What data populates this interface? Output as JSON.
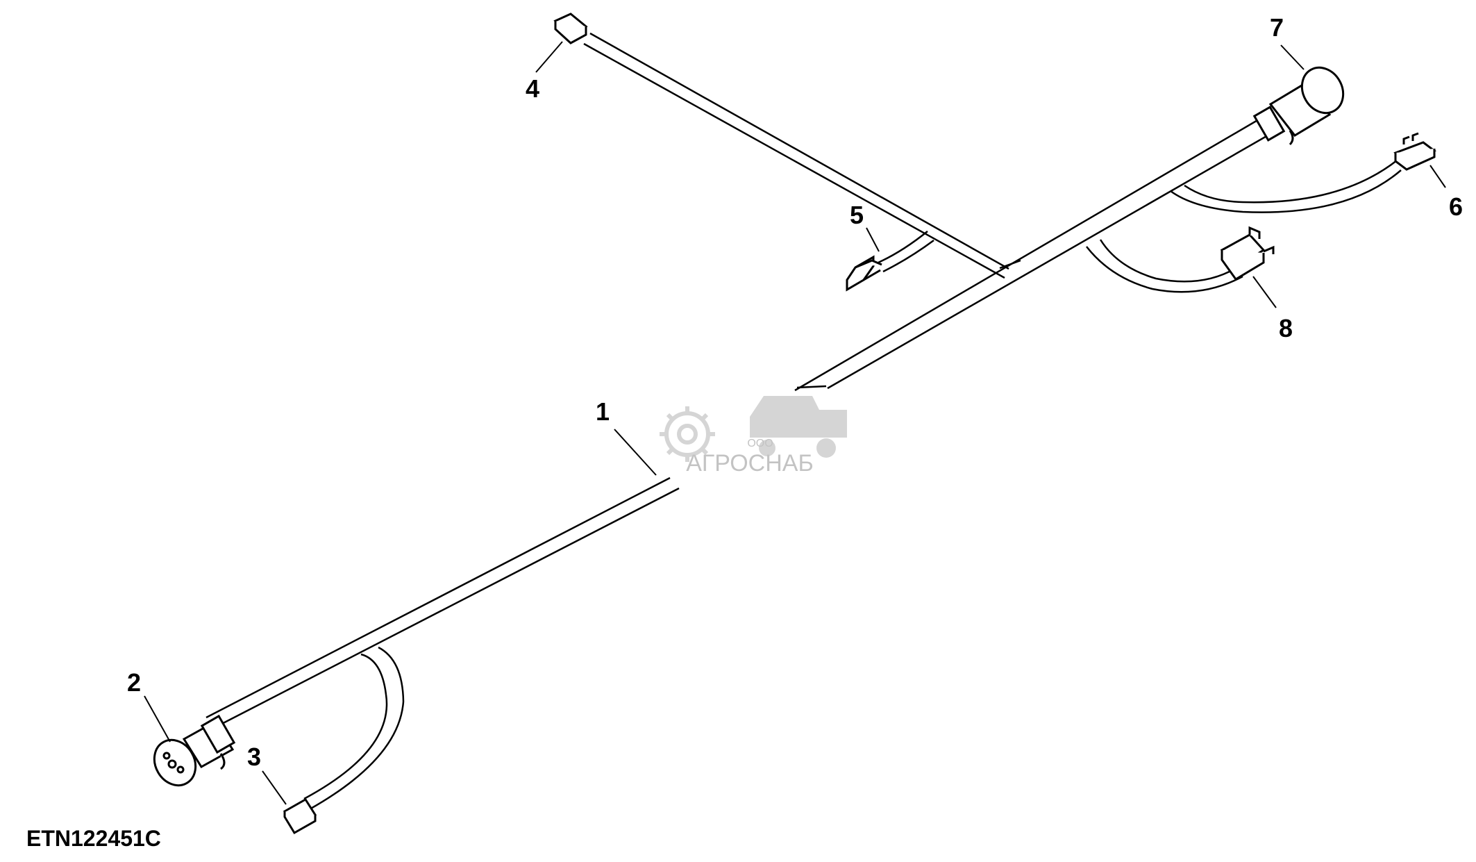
{
  "figure_id": "ETN122451C",
  "callouts": {
    "c1": "1",
    "c2": "2",
    "c3": "3",
    "c4": "4",
    "c5": "5",
    "c6": "6",
    "c7": "7",
    "c8": "8"
  },
  "watermark": {
    "prefix": "ООО",
    "name": "АГРОСНАБ"
  },
  "colors": {
    "line": "#000000",
    "background": "#ffffff",
    "watermark": "#c8c8c8"
  }
}
